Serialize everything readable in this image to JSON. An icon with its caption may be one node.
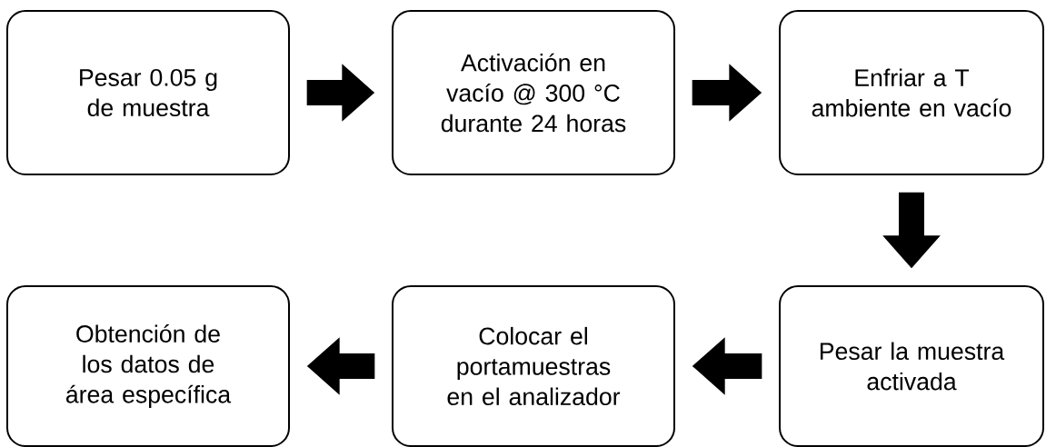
{
  "diagram": {
    "nodes": [
      {
        "text": [
          "Pesar 0.05 g de muestra"
        ]
      },
      {
        "text": [
          "Activación en vacío @ 300 °C durante 24 horas"
        ]
      },
      {
        "text": [
          "Enfriar a T ambiente en vacío"
        ]
      },
      {
        "text": [
          "Pesar la muestra activada"
        ]
      },
      {
        "text": [
          "Colocar el portamuestras en el analizador"
        ]
      },
      {
        "text": [
          "Obtención de los datos de área específica"
        ]
      }
    ],
    "edges": [
      {
        "from": 0,
        "to": 1,
        "arrow": "to"
      },
      {
        "from": 1,
        "to": 2,
        "arrow": "to"
      },
      {
        "from": 2,
        "to": 3,
        "arrow": "to"
      },
      {
        "from": 3,
        "to": 4,
        "arrow": "to"
      },
      {
        "from": 4,
        "to": 5,
        "arrow": "to"
      }
    ]
  }
}
